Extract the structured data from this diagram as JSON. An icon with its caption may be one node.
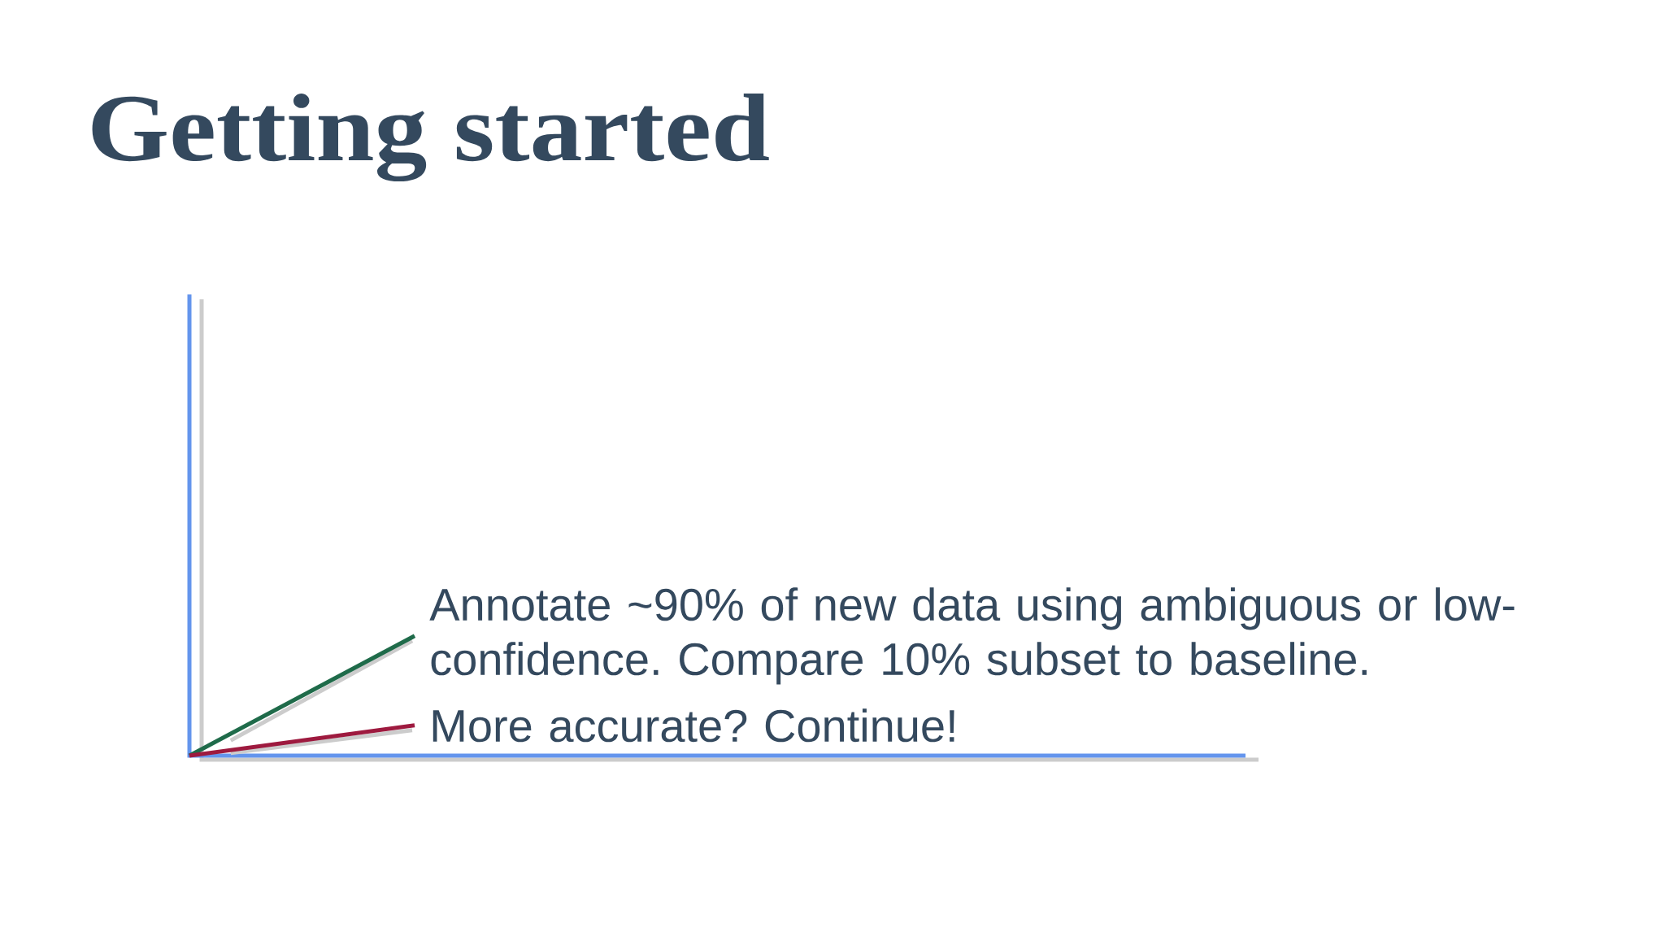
{
  "diagram": {
    "title": "Getting started",
    "nodes": [
      {
        "text": [
          "Annotate ~90% of new data using ambiguous or low-confidence. Compare 10% subset to baseline."
        ]
      },
      {
        "text": [
          "More accurate? Continue!"
        ]
      }
    ],
    "edges": [
      {
        "from": null,
        "to": 0,
        "arrow": "none",
        "color": "#1f6b4a"
      },
      {
        "from": null,
        "to": 1,
        "arrow": "none",
        "color": "#9e1a3f"
      }
    ]
  }
}
